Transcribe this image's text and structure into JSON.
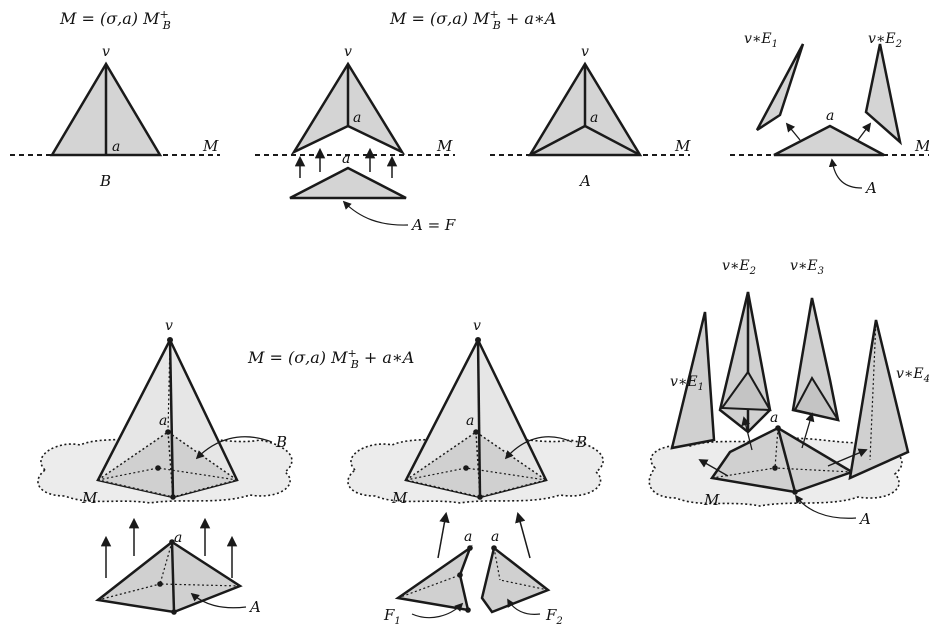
{
  "formulas": {
    "f1": "M = (σ,a) M",
    "f1_sub": "B",
    "f1_sup": "+",
    "f2": "M = (σ,a) M",
    "f2_sub": "B",
    "f2_sup": "+",
    "f2_tail": " + a∗A",
    "f3": "M = (σ,a) M",
    "f3_sub": "B",
    "f3_sup": "+",
    "f3_tail": " + a∗A"
  },
  "labels": {
    "v": "v",
    "a": "a",
    "M": "M",
    "B": "B",
    "A": "A",
    "A_eq_F": "A = F",
    "vE1": "v∗E",
    "vE2": "v∗E",
    "vE3": "v∗E",
    "vE4": "v∗E",
    "F": "F",
    "sub1": "1",
    "sub2": "2",
    "sub3": "3",
    "sub4": "4"
  },
  "colors": {
    "fill_light": "#e6e6e6",
    "fill_mid": "#d4d4d4",
    "fill_face": "#c8c8c8",
    "cloud": "#ececec",
    "stroke": "#1a1a1a"
  }
}
